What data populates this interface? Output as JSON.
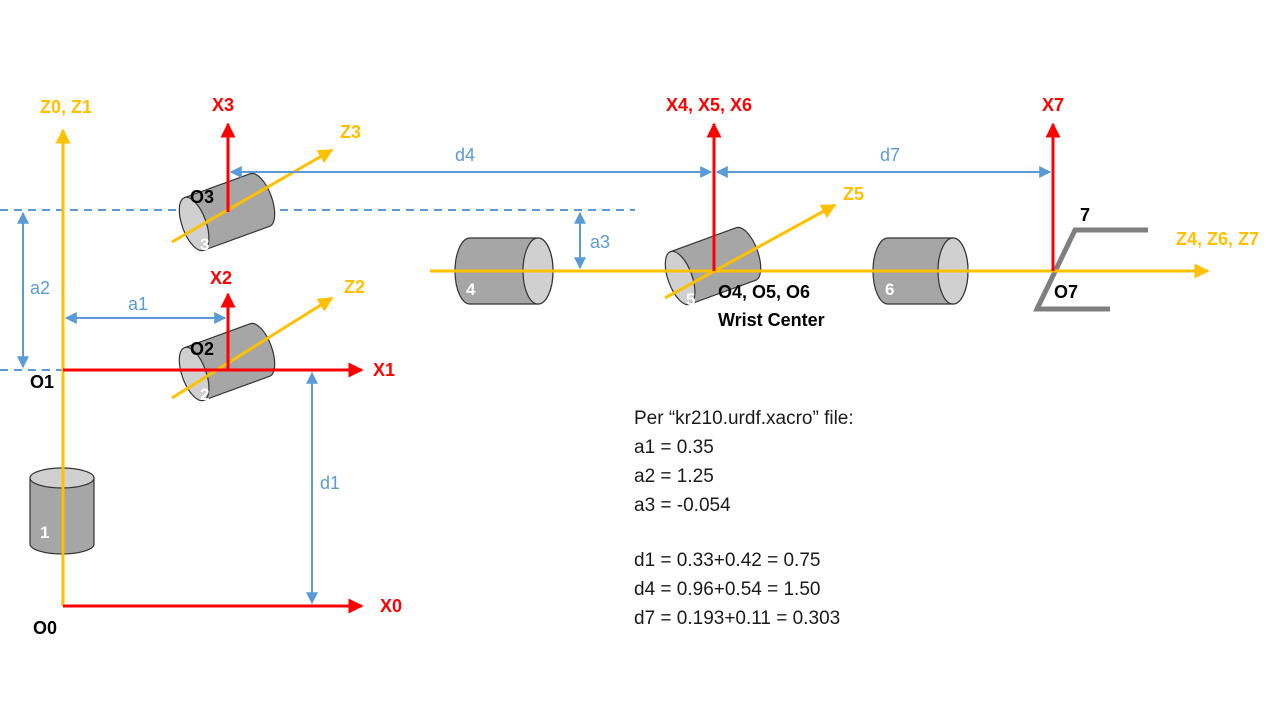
{
  "colors": {
    "z_axis": "#ffc000",
    "x_axis": "#ff0000",
    "dimension": "#5b9bd5",
    "origin_text": "#000000",
    "link_fill": "#a6a6a6",
    "gripper": "#7f7f7f"
  },
  "axis_labels": {
    "z0_z1": "Z0, Z1",
    "z2": "Z2",
    "z3": "Z3",
    "z5": "Z5",
    "z4_z6_z7": "Z4, Z6, Z7",
    "x0": "X0",
    "x1": "X1",
    "x2": "X2",
    "x3": "X3",
    "x4_x5_x6": "X4, X5, X6",
    "x7": "X7"
  },
  "origin_labels": {
    "o0": "O0",
    "o1": "O1",
    "o2": "O2",
    "o3": "O3",
    "o4_o5_o6": "O4, O5, O6",
    "wrist_center": "Wrist Center",
    "o7": "O7"
  },
  "link_labels": {
    "link1": "1",
    "link2": "2",
    "link3": "3",
    "link4": "4",
    "link5": "5",
    "link6": "6",
    "link7": "7"
  },
  "dimension_labels": {
    "a1": "a1",
    "a2": "a2",
    "a3": "a3",
    "d1": "d1",
    "d4": "d4",
    "d7": "d7"
  },
  "notes": {
    "heading": "Per “kr210.urdf.xacro” file:",
    "a1": "a1 = 0.35",
    "a2": "a2 = 1.25",
    "a3": "a3 = -0.054",
    "d1": "d1 = 0.33+0.42 = 0.75",
    "d4": "d4 = 0.96+0.54 = 1.50",
    "d7": "d7 = 0.193+0.11 = 0.303"
  }
}
